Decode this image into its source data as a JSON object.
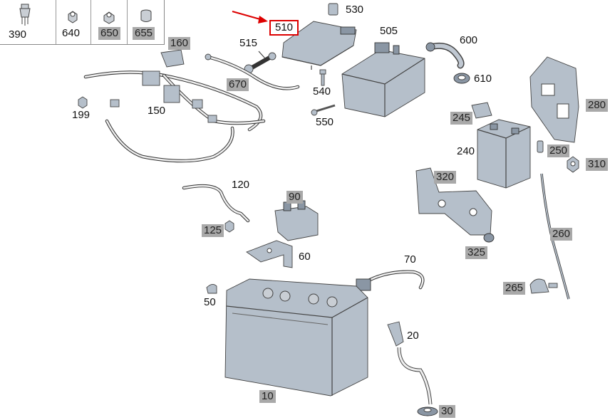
{
  "diagram": {
    "legend": [
      {
        "id": "390",
        "label": "390",
        "highlight": false
      },
      {
        "id": "640",
        "label": "640",
        "highlight": false
      },
      {
        "id": "650",
        "label": "650",
        "highlight": true
      },
      {
        "id": "655",
        "label": "655",
        "highlight": true
      }
    ],
    "callouts": [
      {
        "id": "510",
        "label": "510",
        "style": "boxed"
      },
      {
        "id": "530",
        "label": "530",
        "style": "plain"
      },
      {
        "id": "505",
        "label": "505",
        "style": "plain"
      },
      {
        "id": "600",
        "label": "600",
        "style": "plain"
      },
      {
        "id": "610",
        "label": "610",
        "style": "plain"
      },
      {
        "id": "160",
        "label": "160",
        "style": "gray"
      },
      {
        "id": "515",
        "label": "515",
        "style": "plain"
      },
      {
        "id": "670",
        "label": "670",
        "style": "gray"
      },
      {
        "id": "540",
        "label": "540",
        "style": "plain"
      },
      {
        "id": "550",
        "label": "550",
        "style": "plain"
      },
      {
        "id": "199",
        "label": "199",
        "style": "plain"
      },
      {
        "id": "150",
        "label": "150",
        "style": "plain"
      },
      {
        "id": "280",
        "label": "280",
        "style": "gray"
      },
      {
        "id": "245",
        "label": "245",
        "style": "gray"
      },
      {
        "id": "240",
        "label": "240",
        "style": "plain"
      },
      {
        "id": "250",
        "label": "250",
        "style": "gray"
      },
      {
        "id": "310",
        "label": "310",
        "style": "gray"
      },
      {
        "id": "320",
        "label": "320",
        "style": "gray"
      },
      {
        "id": "120",
        "label": "120",
        "style": "plain"
      },
      {
        "id": "90",
        "label": "90",
        "style": "gray"
      },
      {
        "id": "125",
        "label": "125",
        "style": "gray"
      },
      {
        "id": "260",
        "label": "260",
        "style": "gray"
      },
      {
        "id": "325",
        "label": "325",
        "style": "gray"
      },
      {
        "id": "60",
        "label": "60",
        "style": "plain"
      },
      {
        "id": "70",
        "label": "70",
        "style": "plain"
      },
      {
        "id": "265",
        "label": "265",
        "style": "gray"
      },
      {
        "id": "50",
        "label": "50",
        "style": "plain"
      },
      {
        "id": "20",
        "label": "20",
        "style": "plain"
      },
      {
        "id": "10",
        "label": "10",
        "style": "gray"
      },
      {
        "id": "30",
        "label": "30",
        "style": "gray"
      }
    ],
    "highlight_color": "#d00000",
    "tag_gray": "#a9a9a9"
  }
}
